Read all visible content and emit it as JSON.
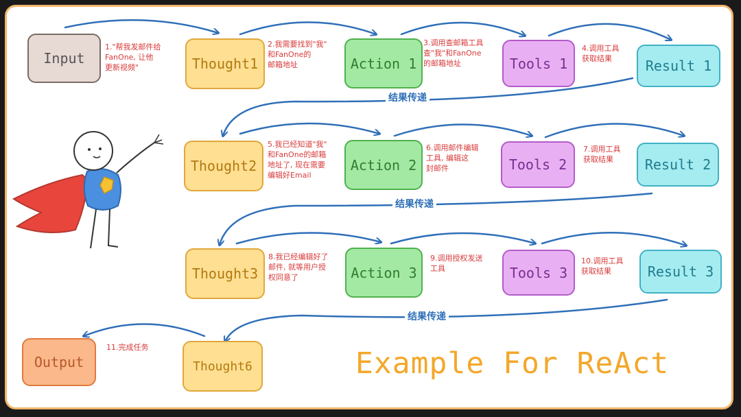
{
  "title": "Example For ReAct",
  "rows": [
    {
      "boxes": [
        "Input",
        "Thought1",
        "Action 1",
        "Tools 1",
        "Result 1"
      ],
      "notes": [
        "1.\"帮我发邮件给\nFanOne, 让他\n更新视频\"",
        "2.我需要找到\"我\"\n和FanOne的\n邮箱地址",
        "3.调用查邮箱工具\n查\"我\"和FanOne\n的邮箱地址",
        "4.调用工具\n获取结果"
      ]
    },
    {
      "boxes": [
        "Thought2",
        "Action 2",
        "Tools 2",
        "Result 2"
      ],
      "notes": [
        "5.我已经知道\"我\"\n和FanOne的邮箱\n地址了, 现在需要\n编辑好Email",
        "6.调用邮件编辑\n工具, 编辑这\n封邮件",
        "7.调用工具\n获取结果"
      ]
    },
    {
      "boxes": [
        "Thought3",
        "Action 3",
        "Tools 3",
        "Result 3"
      ],
      "notes": [
        "8.我已经编辑好了\n邮件, 就等用户授\n权同意了",
        "9.调用授权发送\n工具",
        "10.调用工具\n获取结果"
      ]
    },
    {
      "boxes": [
        "Output",
        "Thought6"
      ],
      "notes": [
        "11.完成任务"
      ]
    }
  ],
  "pass_label": "结果传递",
  "colors": {
    "input": "#e7d9d4",
    "thought": "#ffdf92",
    "action": "#a3e9a3",
    "tools": "#e8b0f3",
    "result": "#a5ecf1",
    "output": "#fbb88a",
    "arrow": "#2f6fb8",
    "note_text": "#d83a3a",
    "title_text": "#f4a72a",
    "frame": "#f2b46a"
  },
  "icons": [
    "superhero-stick-figure-illustration"
  ]
}
